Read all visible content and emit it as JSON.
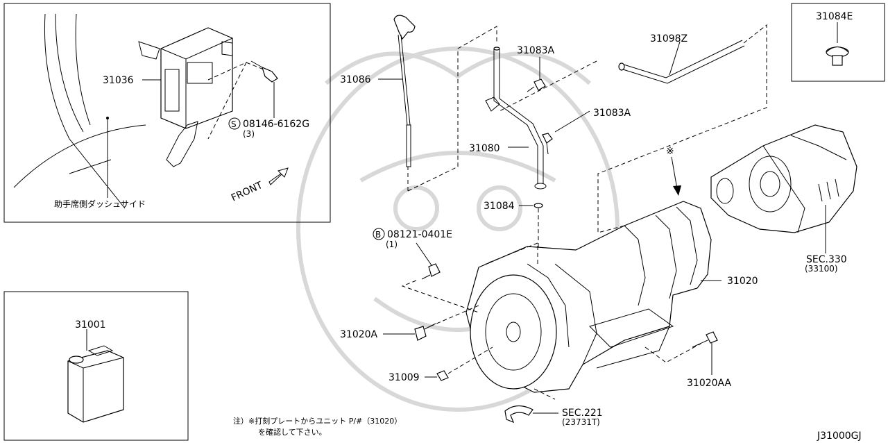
{
  "labels": {
    "p31036": "31036",
    "p08146": "08146-6162G",
    "p08146_qty": "(3)",
    "dash_side": "助手席側ダッシュサイド",
    "front": "FRONT",
    "p31001": "31001",
    "p31086": "31086",
    "p31083a_1": "31083A",
    "p31083a_2": "31083A",
    "p31098z": "31098Z",
    "p31080": "31080",
    "p31084": "31084",
    "p08121": "08121-0401E",
    "p08121_qty": "(1)",
    "p31020": "31020",
    "p31020a": "31020A",
    "p31009": "31009",
    "p31020aa": "31020AA",
    "p31084e": "31084E",
    "sec330": "SEC.330",
    "sec330_sub": "(33100)",
    "sec221": "SEC.221",
    "sec221_sub": "(23731T)",
    "star": "※",
    "note_line1": "注）※打刻プレートからユニット P/#（31020）",
    "note_line2": "を確認して下さい。",
    "diagram_id": "J31000GJ",
    "circle_s": "S",
    "circle_b": "B"
  }
}
